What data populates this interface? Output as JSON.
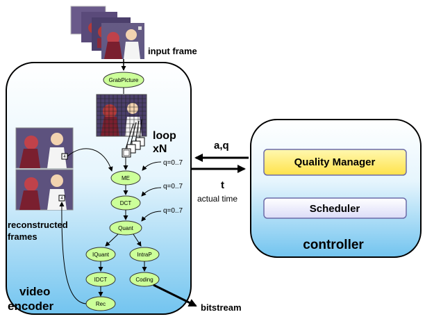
{
  "input_label": "input frame",
  "encoder": {
    "title_line1": "video",
    "title_line2": "encoder",
    "nodes": {
      "grab": "GrabPicture",
      "me": "ME",
      "dct": "DCT",
      "quant": "Quant",
      "iquant": "IQuant",
      "intrap": "IntraP",
      "idct": "IDCT",
      "coding": "Coding",
      "rec": "Rec"
    },
    "q_labels": [
      "q=0..7",
      "q=0..7",
      "q=0..7"
    ],
    "loop_line1": "loop",
    "loop_line2": "xN",
    "reconstructed_line1": "reconstructed",
    "reconstructed_line2": "frames",
    "block_label": "4"
  },
  "link": {
    "aq": "a,q",
    "t": "t",
    "actual_time": "actual time"
  },
  "controller": {
    "title": "controller",
    "quality_manager": "Quality Manager",
    "scheduler": "Scheduler"
  },
  "bitstream_label": "bitstream",
  "colors": {
    "node_fill": "#ccff99",
    "quality_fill": "#ffee66",
    "scheduler_fill": "#eeeeff",
    "panel_gradient_top": "#ffffff",
    "panel_gradient_bottom": "#7cc8f0"
  }
}
